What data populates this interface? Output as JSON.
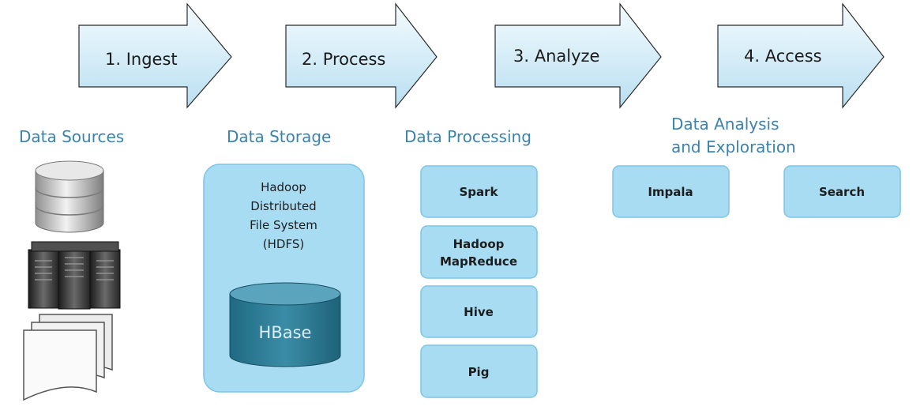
{
  "stages": [
    "1. Ingest",
    "2. Process",
    "3. Analyze",
    "4. Access"
  ],
  "headings": {
    "data_sources": "Data Sources",
    "data_storage": "Data Storage",
    "data_processing": "Data Processing",
    "data_analysis_line1": "Data Analysis",
    "data_analysis_line2": "and Exploration"
  },
  "storage": {
    "title_lines": [
      "Hadoop",
      "Distributed",
      "File System",
      "(HDFS)"
    ],
    "hbase": "HBase"
  },
  "processing": [
    "Spark",
    "Hadoop|MapReduce",
    "Hive",
    "Pig"
  ],
  "analysis": [
    "Impala",
    "Search"
  ],
  "sources_icons": [
    "database-icon",
    "server-rack-icon",
    "documents-icon"
  ],
  "colors": {
    "arrow_fill_top": "#eef8fc",
    "arrow_fill_bottom": "#bfe2f2",
    "heading": "#3b83ad",
    "box_fill": "#a8dcf3",
    "box_stroke": "#7cc4e6",
    "hbase_fill": "#2a7892"
  }
}
